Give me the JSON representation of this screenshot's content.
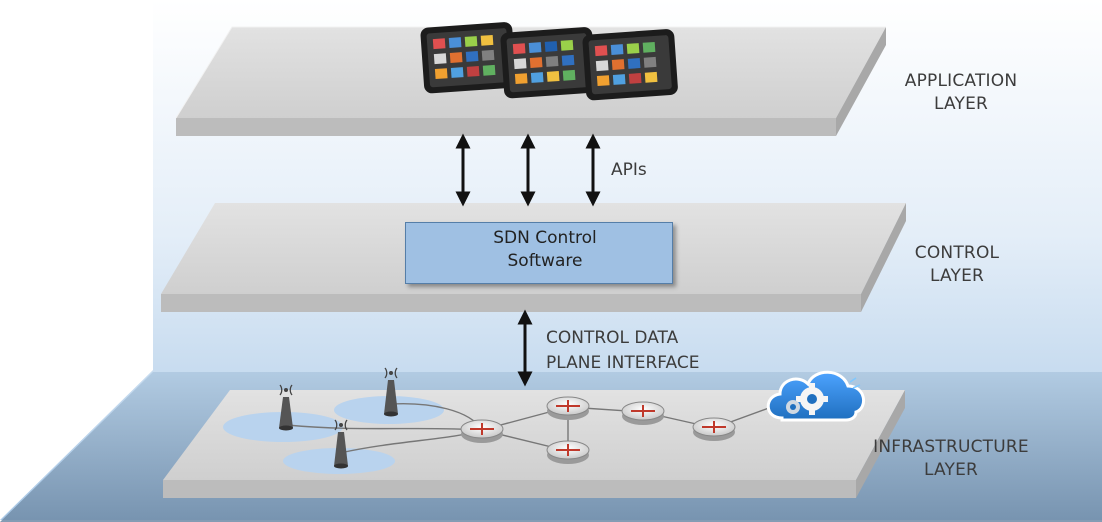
{
  "layers": {
    "application": {
      "line1": "APPLICATION",
      "line2": "LAYER"
    },
    "control": {
      "line1": "CONTROL",
      "line2": "LAYER"
    },
    "infrastructure": {
      "line1": "INFRASTRUCTURE",
      "line2": "LAYER"
    }
  },
  "connectors": {
    "apis": "APIs",
    "control_data_plane": {
      "line1": "CONTROL DATA",
      "line2": "PLANE INTERFACE"
    }
  },
  "control_software": {
    "line1": "SDN Control",
    "line2": "Software"
  },
  "icons": {
    "tablets": "tablet-icon",
    "gears": "gears-icon",
    "cloud": "cloud-gears-icon",
    "router": "router-icon",
    "antenna": "wireless-antenna-icon"
  },
  "colors": {
    "background_top": "#ffffff",
    "background_bottom": "#a9c8e6",
    "floor_bottom": "#6e8aa6",
    "plate_top": "#d6d6d6",
    "plate_edge": "#b5b5b5",
    "sdn_box": "#9fc0e3",
    "coverage": "#b9d3ee",
    "accent_blue": "#1f6fbf"
  }
}
